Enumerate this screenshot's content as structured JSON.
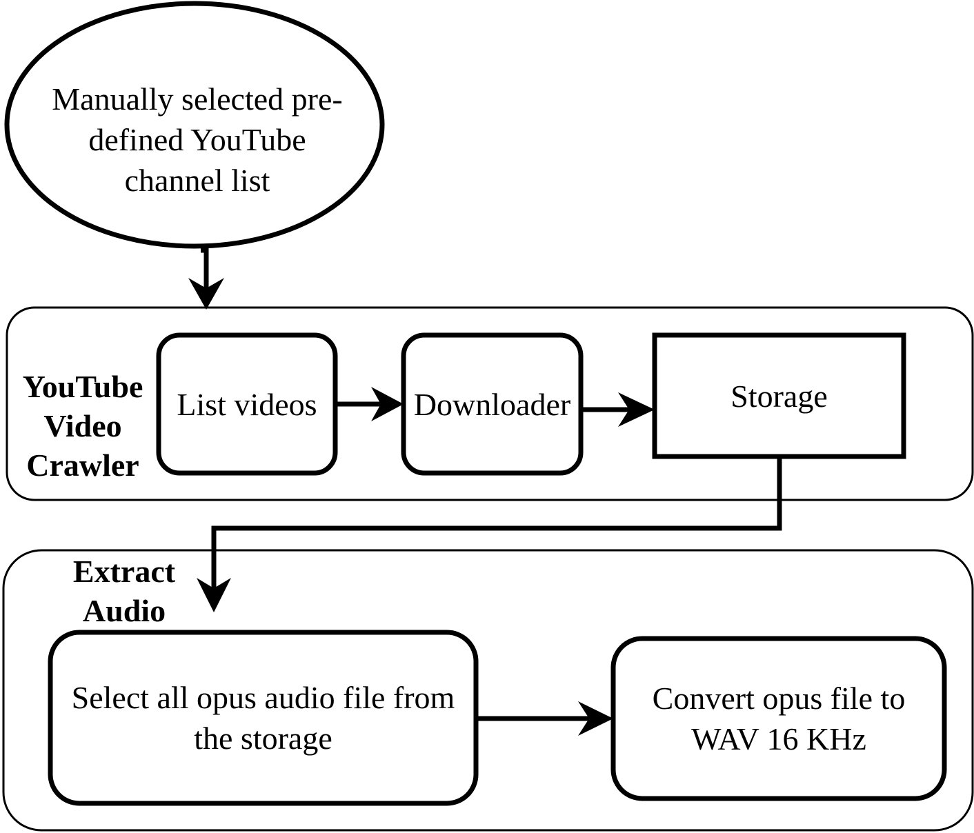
{
  "diagram": {
    "source": {
      "label": "Manually selected pre-defined YouTube channel list"
    },
    "groups": {
      "crawler": {
        "title": "YouTube Video Crawler",
        "nodes": {
          "list_videos": "List videos",
          "downloader": "Downloader",
          "storage": "Storage"
        }
      },
      "extract": {
        "title": "Extract Audio",
        "nodes": {
          "select_opus": "Select all opus audio file from the storage",
          "convert": "Convert opus file to WAV 16 KHz"
        }
      }
    },
    "edges": [
      {
        "from": "source",
        "to": "crawler"
      },
      {
        "from": "list_videos",
        "to": "downloader"
      },
      {
        "from": "downloader",
        "to": "storage"
      },
      {
        "from": "storage",
        "to": "extract"
      },
      {
        "from": "select_opus",
        "to": "convert"
      }
    ]
  }
}
